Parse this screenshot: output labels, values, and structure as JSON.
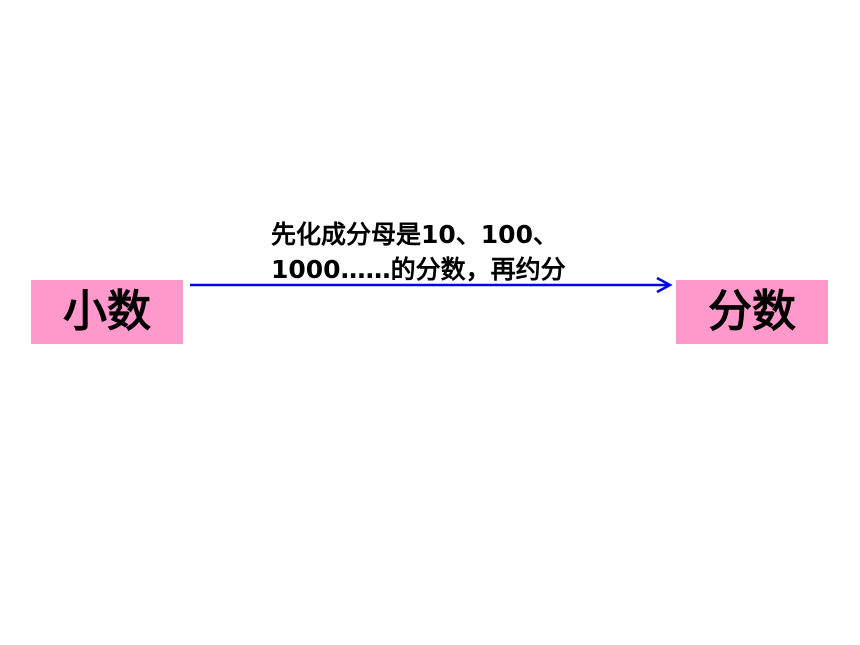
{
  "diagram": {
    "source_label": "小数",
    "target_label": "分数",
    "arrow_caption_line1": "先化成分母是10、100、",
    "arrow_caption_line2": "1000……的分数，再约分"
  },
  "colors": {
    "box_fill": "#ff99cc",
    "arrow": "#0000ee",
    "text": "#000000"
  }
}
